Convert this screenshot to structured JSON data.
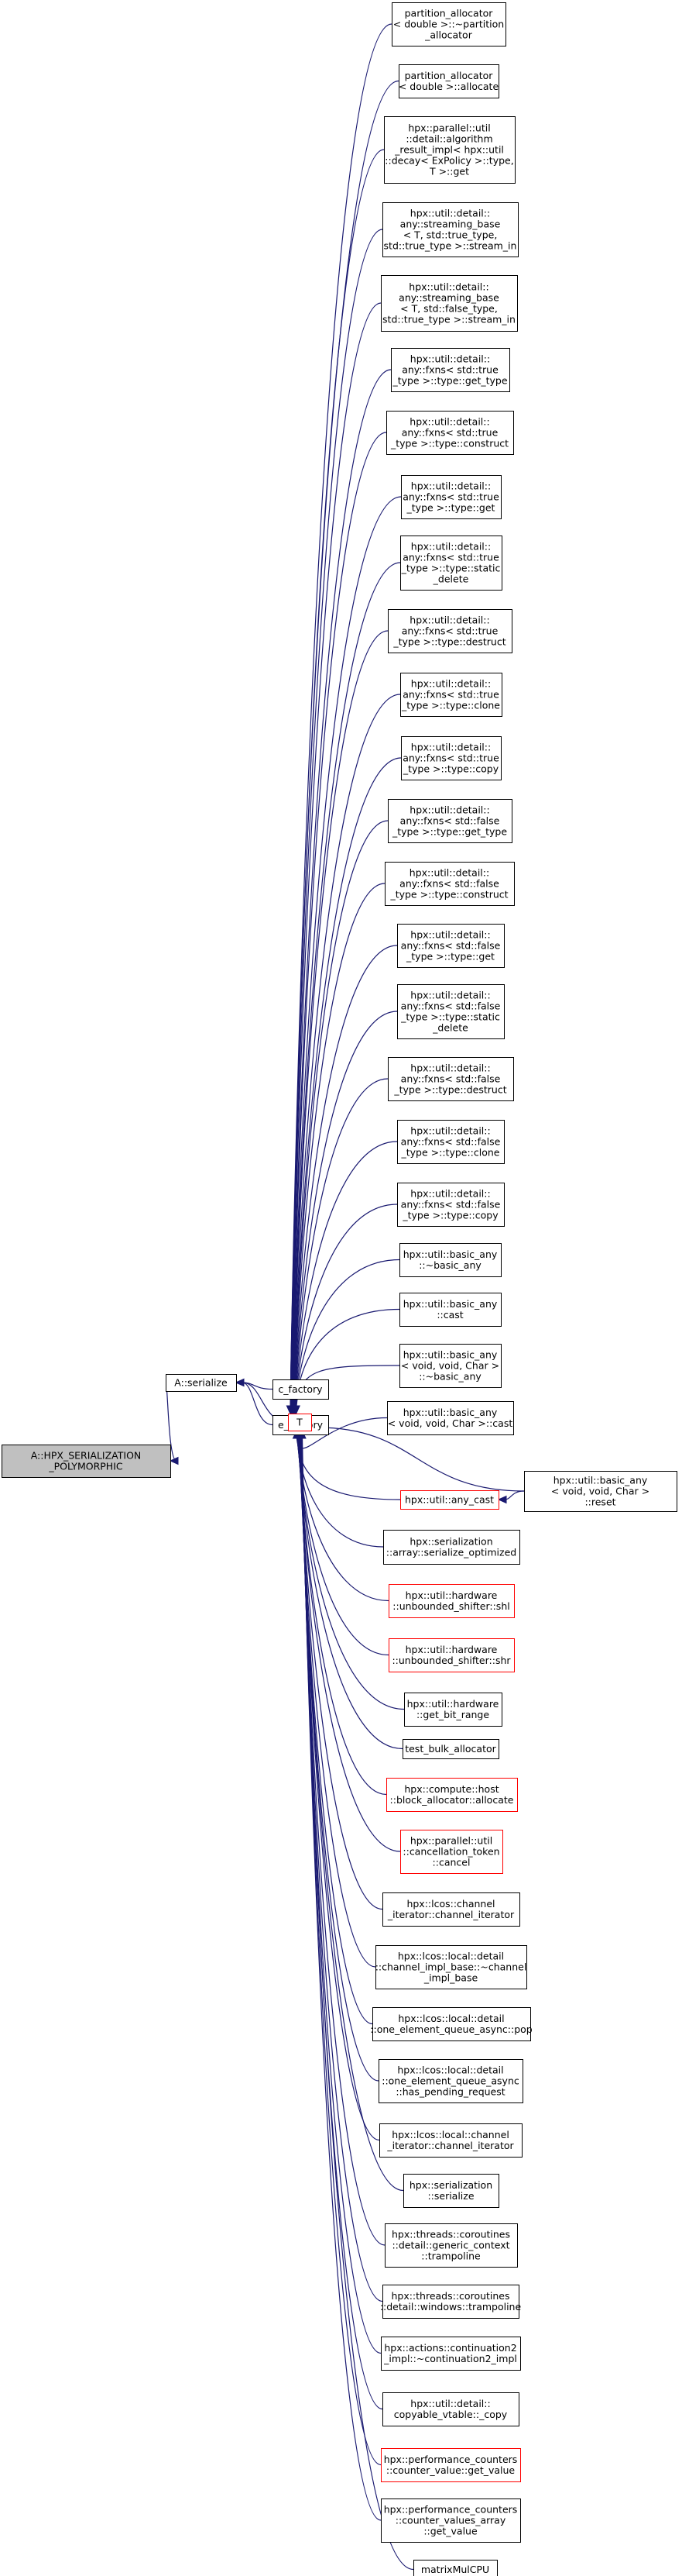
{
  "nodes": [
    {
      "id": "root",
      "lines": [
        "A::HPX_SERIALIZATION",
        "_POLYMORPHIC"
      ],
      "style": "gray"
    },
    {
      "id": "serialize",
      "lines": [
        "A::serialize"
      ],
      "style": "normal"
    },
    {
      "id": "c_factory",
      "lines": [
        "c_factory"
      ],
      "style": "normal"
    },
    {
      "id": "e_factory",
      "lines": [
        "e_factory"
      ],
      "style": "normal"
    },
    {
      "id": "T",
      "lines": [
        "T"
      ],
      "style": "red"
    },
    {
      "id": "c1",
      "lines": [
        "partition_allocator",
        "< double >::~partition",
        "_allocator"
      ],
      "style": "normal"
    },
    {
      "id": "c2",
      "lines": [
        "partition_allocator",
        "< double >::allocate"
      ],
      "style": "normal"
    },
    {
      "id": "c3",
      "lines": [
        "hpx::parallel::util",
        "::detail::algorithm",
        "_result_impl< hpx::util",
        "::decay< ExPolicy >::type,",
        " T >::get"
      ],
      "style": "normal"
    },
    {
      "id": "c4",
      "lines": [
        "hpx::util::detail::",
        "any::streaming_base",
        "< T, std::true_type,",
        " std::true_type >::stream_in"
      ],
      "style": "normal"
    },
    {
      "id": "c5",
      "lines": [
        "hpx::util::detail::",
        "any::streaming_base",
        "< T, std::false_type,",
        " std::true_type >::stream_in"
      ],
      "style": "normal"
    },
    {
      "id": "c6",
      "lines": [
        "hpx::util::detail::",
        "any::fxns< std::true",
        "_type >::type::get_type"
      ],
      "style": "normal"
    },
    {
      "id": "c7",
      "lines": [
        "hpx::util::detail::",
        "any::fxns< std::true",
        "_type >::type::construct"
      ],
      "style": "normal"
    },
    {
      "id": "c8",
      "lines": [
        "hpx::util::detail::",
        "any::fxns< std::true",
        "_type >::type::get"
      ],
      "style": "normal"
    },
    {
      "id": "c9",
      "lines": [
        "hpx::util::detail::",
        "any::fxns< std::true",
        "_type >::type::static",
        "_delete"
      ],
      "style": "normal"
    },
    {
      "id": "c10",
      "lines": [
        "hpx::util::detail::",
        "any::fxns< std::true",
        "_type >::type::destruct"
      ],
      "style": "normal"
    },
    {
      "id": "c11",
      "lines": [
        "hpx::util::detail::",
        "any::fxns< std::true",
        "_type >::type::clone"
      ],
      "style": "normal"
    },
    {
      "id": "c12",
      "lines": [
        "hpx::util::detail::",
        "any::fxns< std::true",
        "_type >::type::copy"
      ],
      "style": "normal"
    },
    {
      "id": "c13",
      "lines": [
        "hpx::util::detail::",
        "any::fxns< std::false",
        "_type >::type::get_type"
      ],
      "style": "normal"
    },
    {
      "id": "c14",
      "lines": [
        "hpx::util::detail::",
        "any::fxns< std::false",
        "_type >::type::construct"
      ],
      "style": "normal"
    },
    {
      "id": "c15",
      "lines": [
        "hpx::util::detail::",
        "any::fxns< std::false",
        "_type >::type::get"
      ],
      "style": "normal"
    },
    {
      "id": "c16",
      "lines": [
        "hpx::util::detail::",
        "any::fxns< std::false",
        "_type >::type::static",
        "_delete"
      ],
      "style": "normal"
    },
    {
      "id": "c17",
      "lines": [
        "hpx::util::detail::",
        "any::fxns< std::false",
        "_type >::type::destruct"
      ],
      "style": "normal"
    },
    {
      "id": "c18",
      "lines": [
        "hpx::util::detail::",
        "any::fxns< std::false",
        "_type >::type::clone"
      ],
      "style": "normal"
    },
    {
      "id": "c19",
      "lines": [
        "hpx::util::detail::",
        "any::fxns< std::false",
        "_type >::type::copy"
      ],
      "style": "normal"
    },
    {
      "id": "c20",
      "lines": [
        "hpx::util::basic_any",
        "::~basic_any"
      ],
      "style": "normal"
    },
    {
      "id": "c21",
      "lines": [
        "hpx::util::basic_any",
        "::cast"
      ],
      "style": "normal"
    },
    {
      "id": "c22",
      "lines": [
        "hpx::util::basic_any",
        "< void, void, Char >",
        "::~basic_any"
      ],
      "style": "normal"
    },
    {
      "id": "c23",
      "lines": [
        "hpx::util::basic_any",
        "< void, void, Char >::cast"
      ],
      "style": "normal"
    },
    {
      "id": "c24",
      "lines": [
        "hpx::util::any_cast"
      ],
      "style": "red"
    },
    {
      "id": "c25",
      "lines": [
        "hpx::serialization",
        "::array::serialize_optimized"
      ],
      "style": "normal"
    },
    {
      "id": "c26",
      "lines": [
        "hpx::util::hardware",
        "::unbounded_shifter::shl"
      ],
      "style": "red"
    },
    {
      "id": "c27",
      "lines": [
        "hpx::util::hardware",
        "::unbounded_shifter::shr"
      ],
      "style": "red"
    },
    {
      "id": "c28",
      "lines": [
        "hpx::util::hardware",
        "::get_bit_range"
      ],
      "style": "normal"
    },
    {
      "id": "c29",
      "lines": [
        "test_bulk_allocator"
      ],
      "style": "normal"
    },
    {
      "id": "c30",
      "lines": [
        "hpx::compute::host",
        "::block_allocator::allocate"
      ],
      "style": "red"
    },
    {
      "id": "c31",
      "lines": [
        "hpx::parallel::util",
        "::cancellation_token",
        "::cancel"
      ],
      "style": "red"
    },
    {
      "id": "c32",
      "lines": [
        "hpx::lcos::channel",
        "_iterator::channel_iterator"
      ],
      "style": "normal"
    },
    {
      "id": "c33",
      "lines": [
        "hpx::lcos::local::detail",
        "::channel_impl_base::~channel",
        "_impl_base"
      ],
      "style": "normal"
    },
    {
      "id": "c34",
      "lines": [
        "hpx::lcos::local::detail",
        "::one_element_queue_async::pop"
      ],
      "style": "normal"
    },
    {
      "id": "c35",
      "lines": [
        "hpx::lcos::local::detail",
        "::one_element_queue_async",
        "::has_pending_request"
      ],
      "style": "normal"
    },
    {
      "id": "c36",
      "lines": [
        "hpx::lcos::local::channel",
        "_iterator::channel_iterator"
      ],
      "style": "normal"
    },
    {
      "id": "c37",
      "lines": [
        "hpx::serialization",
        "::serialize"
      ],
      "style": "normal"
    },
    {
      "id": "c38",
      "lines": [
        "hpx::threads::coroutines",
        "::detail::generic_context",
        "::trampoline"
      ],
      "style": "normal"
    },
    {
      "id": "c39",
      "lines": [
        "hpx::threads::coroutines",
        "::detail::windows::trampoline"
      ],
      "style": "normal"
    },
    {
      "id": "c40",
      "lines": [
        "hpx::actions::continuation2",
        "_impl::~continuation2_impl"
      ],
      "style": "normal"
    },
    {
      "id": "c41",
      "lines": [
        "hpx::util::detail::",
        "copyable_vtable::_copy"
      ],
      "style": "normal"
    },
    {
      "id": "c42",
      "lines": [
        "hpx::performance_counters",
        "::counter_value::get_value"
      ],
      "style": "red"
    },
    {
      "id": "c43",
      "lines": [
        "hpx::performance_counters",
        "::counter_values_array",
        "::get_value"
      ],
      "style": "normal"
    },
    {
      "id": "c44",
      "lines": [
        "matrixMulCPU"
      ],
      "style": "normal"
    },
    {
      "id": "reset",
      "lines": [
        "hpx::util::basic_any",
        "< void, void, Char >",
        "::reset"
      ],
      "style": "normal"
    }
  ],
  "edges": [
    [
      "serialize",
      "root"
    ],
    [
      "c_factory",
      "serialize"
    ],
    [
      "e_factory",
      "serialize"
    ],
    [
      "T",
      "serialize"
    ],
    [
      "c1",
      "T"
    ],
    [
      "c2",
      "T"
    ],
    [
      "c3",
      "T"
    ],
    [
      "c4",
      "T"
    ],
    [
      "c5",
      "T"
    ],
    [
      "c6",
      "T"
    ],
    [
      "c7",
      "T"
    ],
    [
      "c8",
      "T"
    ],
    [
      "c9",
      "T"
    ],
    [
      "c10",
      "T"
    ],
    [
      "c11",
      "T"
    ],
    [
      "c12",
      "T"
    ],
    [
      "c13",
      "T"
    ],
    [
      "c14",
      "T"
    ],
    [
      "c15",
      "T"
    ],
    [
      "c16",
      "T"
    ],
    [
      "c17",
      "T"
    ],
    [
      "c18",
      "T"
    ],
    [
      "c19",
      "T"
    ],
    [
      "c20",
      "T"
    ],
    [
      "c21",
      "T"
    ],
    [
      "c22",
      "T"
    ],
    [
      "c23",
      "T"
    ],
    [
      "c24",
      "T"
    ],
    [
      "c25",
      "T"
    ],
    [
      "c26",
      "T"
    ],
    [
      "c27",
      "T"
    ],
    [
      "c28",
      "T"
    ],
    [
      "c29",
      "T"
    ],
    [
      "c30",
      "T"
    ],
    [
      "c31",
      "T"
    ],
    [
      "c32",
      "T"
    ],
    [
      "c33",
      "T"
    ],
    [
      "c34",
      "T"
    ],
    [
      "c35",
      "T"
    ],
    [
      "c36",
      "T"
    ],
    [
      "c37",
      "T"
    ],
    [
      "c38",
      "T"
    ],
    [
      "c39",
      "T"
    ],
    [
      "c40",
      "T"
    ],
    [
      "c41",
      "T"
    ],
    [
      "c42",
      "T"
    ],
    [
      "c43",
      "T"
    ],
    [
      "c44",
      "T"
    ],
    [
      "reset",
      "T"
    ],
    [
      "reset",
      "c24"
    ]
  ]
}
